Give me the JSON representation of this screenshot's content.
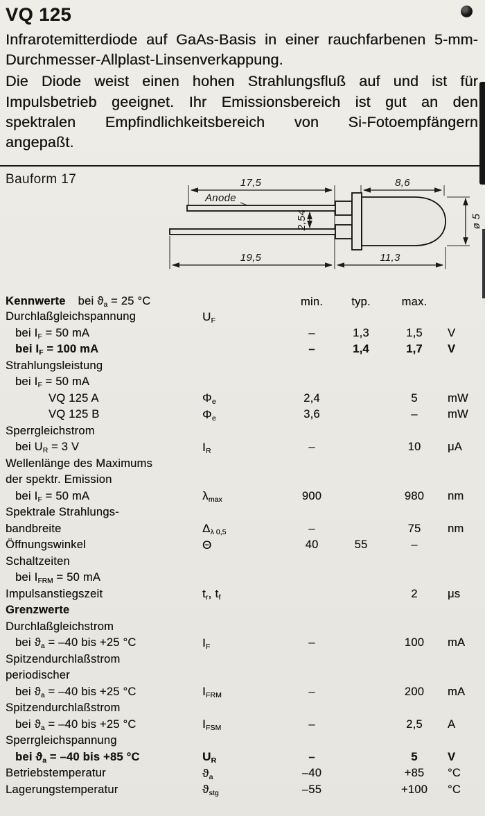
{
  "page": {
    "title": "VQ 125"
  },
  "intro": {
    "p1": "Infrarotemitterdiode auf GaAs-Basis in einer rauchfarbenen 5-mm-Durchmesser-Allplast-Linsenverkappung.",
    "p2": "Die Diode weist einen hohen Strahlungsfluß auf und ist für Impulsbetrieb geeignet. Ihr Emissionsbereich ist gut an den spektralen Empfindlichkeitsbereich von Si-Fotoempfängern angepaßt."
  },
  "drawing": {
    "bauform_label": "Bauform 17",
    "dims": {
      "lead_top_length": "17,5",
      "cap_top_length": "8,6",
      "anode_label": "Anode",
      "lead_pitch": "2,54",
      "lead_bottom_length": "19,5",
      "cap_bottom_length": "11,3",
      "diameter": "ø 5"
    }
  },
  "table": {
    "section1_title": "Kennwerte",
    "condition": {
      "pre": "bei ϑ",
      "sub": "a",
      "post": " = 25 °C"
    },
    "columns": {
      "min": "min.",
      "typ": "typ.",
      "max": "max."
    },
    "rows": [
      {
        "label": "Durchlaßgleichspannung",
        "sym": "U",
        "sym_sub": "F"
      },
      {
        "label": "bei I",
        "label_sub": "F",
        "label_post": " =  50 mA",
        "indent": 1,
        "min": "–",
        "typ": "1,3",
        "max": "1,5",
        "unit": "V"
      },
      {
        "label": "bei I",
        "label_sub": "F",
        "label_post": " = 100 mA",
        "indent": 1,
        "bold": true,
        "min": "–",
        "typ": "1,4",
        "max": "1,7",
        "unit": "V"
      },
      {
        "label": "Strahlungsleistung"
      },
      {
        "label": "bei I",
        "label_sub": "F",
        "label_post": " = 50 mA",
        "indent": 1
      },
      {
        "label": "VQ 125 A",
        "indent": 2,
        "sym": "Φ",
        "sym_sub": "e",
        "min": "2,4",
        "max": "5",
        "unit": "mW"
      },
      {
        "label": "VQ 125 B",
        "indent": 2,
        "sym": "Φ",
        "sym_sub": "e",
        "min": "3,6",
        "max": "–",
        "unit": "mW"
      },
      {
        "label": "Sperrgleichstrom"
      },
      {
        "label": "bei U",
        "label_sub": "R",
        "label_post": " = 3 V",
        "indent": 1,
        "sym": "I",
        "sym_sub": "R",
        "min": "–",
        "max": "10",
        "unit": "μA"
      },
      {
        "label": "Wellenlänge des Maximums"
      },
      {
        "label": "der spektr. Emission"
      },
      {
        "label": "bei I",
        "label_sub": "F",
        "label_post": " = 50 mA",
        "indent": 1,
        "sym": "λ",
        "sym_sub": "max",
        "min": "900",
        "max": "980",
        "unit": "nm"
      },
      {
        "label": "Spektrale Strahlungs-"
      },
      {
        "label": "bandbreite",
        "sym": "Δ",
        "sym_sub": "λ 0,5",
        "min": "–",
        "max": "75",
        "unit": "nm"
      },
      {
        "label": "Öffnungswinkel",
        "sym": "Θ",
        "min": "40",
        "typ": "55",
        "max": "–"
      },
      {
        "label": "Schaltzeiten"
      },
      {
        "label": "bei I",
        "label_sub": "FRM",
        "label_post": " = 50 mA",
        "indent": 1
      },
      {
        "label": "Impulsanstiegszeit",
        "sym": "t",
        "sym_sub": "r",
        "sym_post": ", t",
        "sym_sub2": "f",
        "max": "2",
        "unit": "μs"
      },
      {
        "label": "Grenzwerte",
        "bold": true
      },
      {
        "label": "Durchlaßgleichstrom"
      },
      {
        "label": "bei ϑ",
        "label_sub": "a",
        "label_post": " = –40 bis +25 °C",
        "indent": 1,
        "sym": "I",
        "sym_sub": "F",
        "min": "–",
        "max": "100",
        "unit": "mA"
      },
      {
        "label": "Spitzendurchlaßstrom"
      },
      {
        "label": "periodischer"
      },
      {
        "label": "bei ϑ",
        "label_sub": "a",
        "label_post": " = –40 bis +25 °C",
        "indent": 1,
        "sym": "I",
        "sym_sub": "FRM",
        "min": "–",
        "max": "200",
        "unit": "mA"
      },
      {
        "label": "Spitzendurchlaßstrom"
      },
      {
        "label": "bei ϑ",
        "label_sub": "a",
        "label_post": " = –40 bis +25 °C",
        "indent": 1,
        "sym": "I",
        "sym_sub": "FSM",
        "min": "–",
        "max": "2,5",
        "unit": "A"
      },
      {
        "label": "Sperrgleichspannung"
      },
      {
        "label": "bei ϑ",
        "label_sub": "a",
        "label_post": " = –40 bis +85 °C",
        "indent": 1,
        "bold": true,
        "sym": "U",
        "sym_sub": "R",
        "min": "–",
        "max": "5",
        "unit": "V"
      },
      {
        "label": "Betriebstemperatur",
        "sym": "ϑ",
        "sym_sub": "a",
        "min": "–40",
        "max": "+85",
        "unit": "°C"
      },
      {
        "label": "Lagerungstemperatur",
        "sym": "ϑ",
        "sym_sub": "stg",
        "min": "–55",
        "max": "+100",
        "unit": "°C"
      }
    ]
  }
}
